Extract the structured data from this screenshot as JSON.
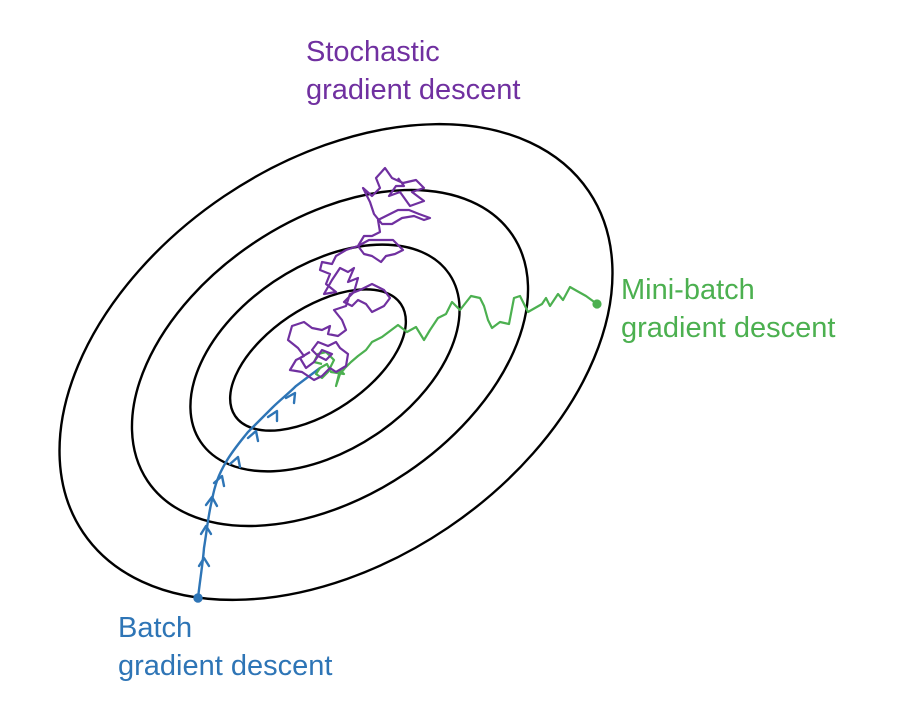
{
  "colors": {
    "contour": "#000000",
    "stochastic": "#7030a0",
    "mini_batch": "#4cb050",
    "batch": "#2e75b6"
  },
  "labels": {
    "stochastic": [
      "Stochastic",
      "gradient descent"
    ],
    "mini_batch": [
      "Mini-batch",
      "gradient descent"
    ],
    "batch": [
      "Batch",
      "gradient descent"
    ]
  }
}
